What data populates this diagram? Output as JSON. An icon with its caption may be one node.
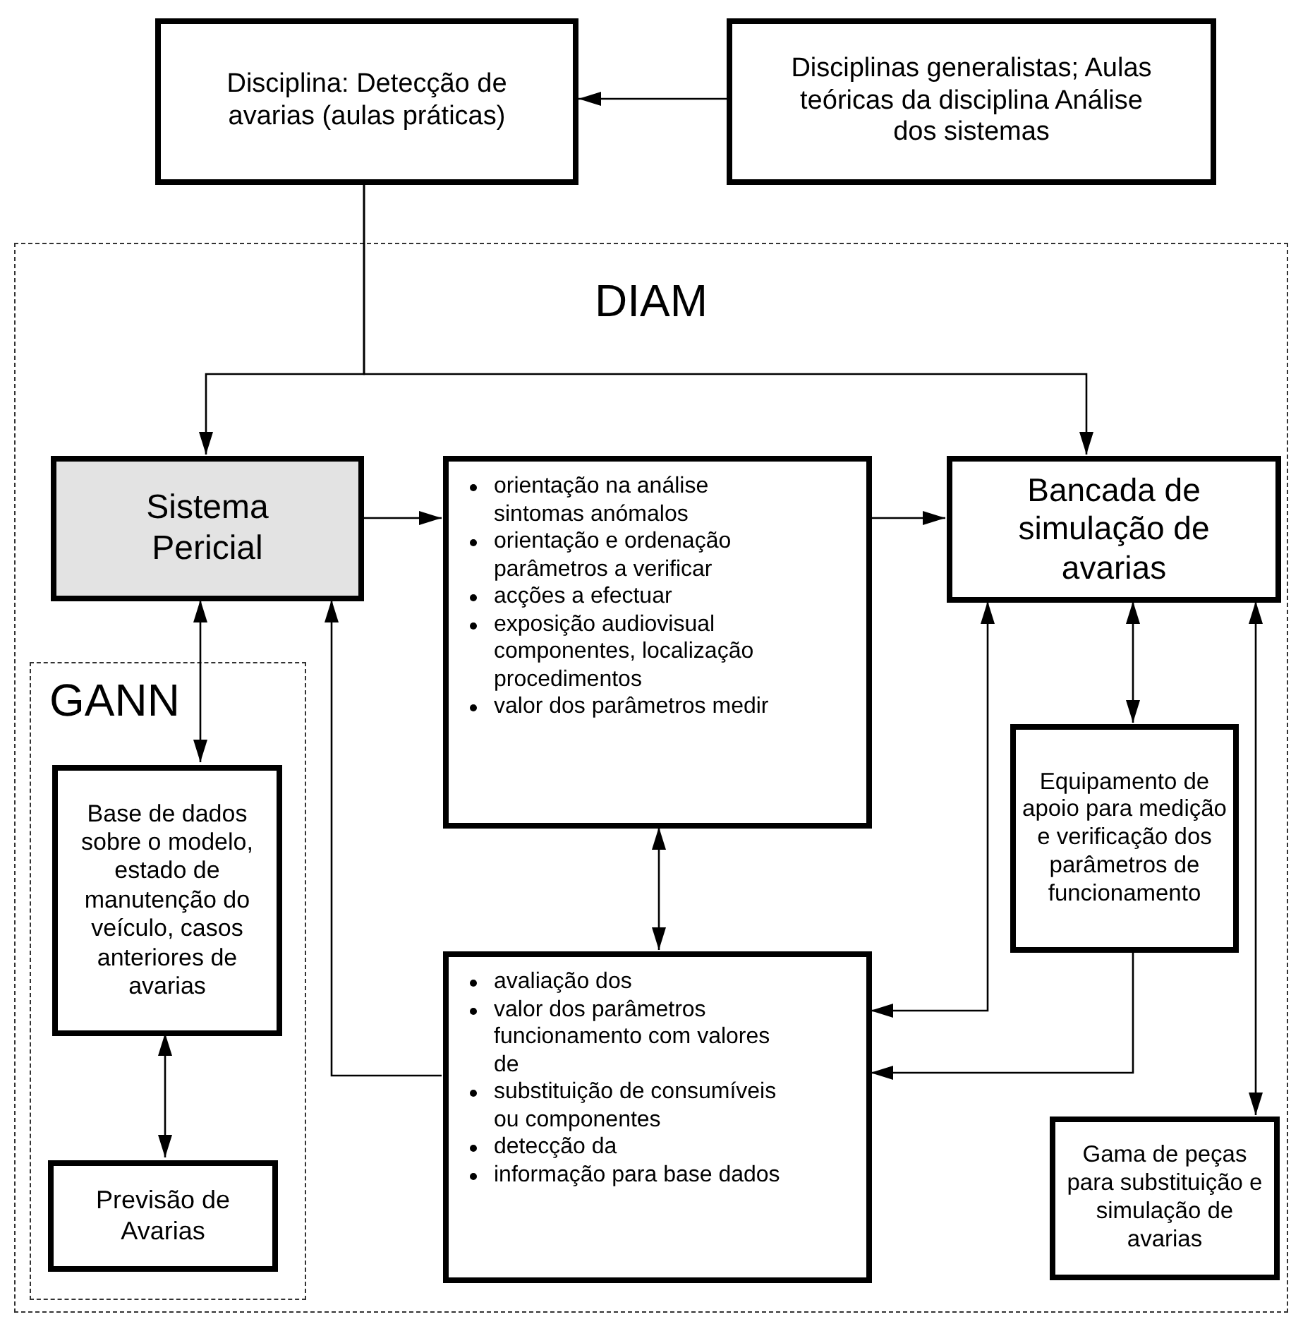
{
  "diagram": {
    "nodes": [
      {
        "text": [
          "Disciplina: Detecção de avarias (aulas práticas)"
        ]
      },
      {
        "text": [
          "Disciplinas generalistas; Aulas teóricas da disciplina Análise dos sistemas"
        ]
      },
      {
        "text": [
          "DIAM"
        ]
      },
      {
        "text": [
          "Sistema Pericial"
        ],
        "in": 2
      },
      {
        "text": [
          "orientação na análise sintomas anómalos",
          "orientação e ordenação parâmetros a verificar",
          "acções a efectuar",
          "exposição audiovisual componentes, localização procedimentos",
          "valor dos parâmetros medir"
        ],
        "in": 2
      },
      {
        "text": [
          "Bancada de simulação de avarias"
        ],
        "in": 2
      },
      {
        "text": [
          "GANN"
        ],
        "in": 2
      },
      {
        "text": [
          "Base de dados sobre o modelo, estado de manutenção do veículo, casos anteriores de avarias"
        ],
        "in": 6
      },
      {
        "text": [
          "Previsão de Avarias"
        ],
        "in": 6
      },
      {
        "text": [
          "Equipamento de apoio para medição e verificação dos parâmetros de funcionamento"
        ],
        "in": 2
      },
      {
        "text": [
          "avaliação dos",
          "valor dos parâmetros funcionamento com valores de",
          "substituição de consumíveis ou componentes",
          "detecção da",
          "informação para base dados"
        ],
        "in": 2
      },
      {
        "text": [
          "Gama de peças para substituição e simulação de avarias"
        ],
        "in": 2
      }
    ],
    "edges": [
      {
        "from": 1,
        "to": 0,
        "arrow": "to"
      },
      {
        "from": 0,
        "to": 3,
        "arrow": "to"
      },
      {
        "from": 0,
        "to": 5,
        "arrow": "to"
      },
      {
        "from": 3,
        "to": 4,
        "arrow": "to"
      },
      {
        "from": 4,
        "to": 5,
        "arrow": "to"
      },
      {
        "from": 3,
        "to": 7,
        "arrow": "both"
      },
      {
        "from": 7,
        "to": 8,
        "arrow": "both"
      },
      {
        "from": 4,
        "to": 10,
        "arrow": "both"
      },
      {
        "from": 10,
        "to": 3,
        "arrow": "to"
      },
      {
        "from": 5,
        "to": 10,
        "arrow": "both"
      },
      {
        "from": 5,
        "to": 9,
        "arrow": "both"
      },
      {
        "from": 9,
        "to": 10,
        "arrow": "to"
      },
      {
        "from": 5,
        "to": 11,
        "arrow": "both"
      }
    ]
  }
}
